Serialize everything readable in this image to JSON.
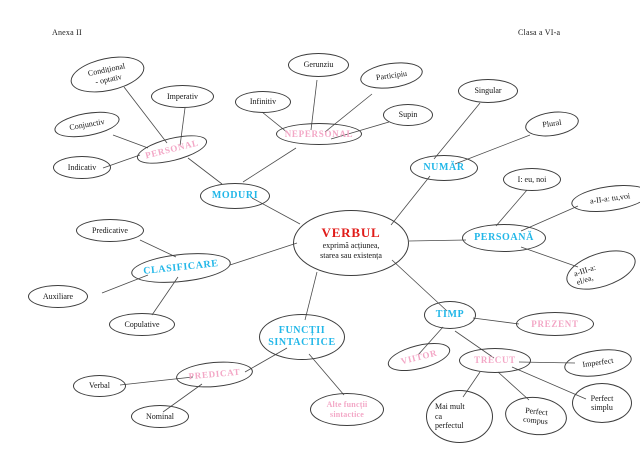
{
  "page": {
    "header_left": "Anexa II",
    "header_right": "Clasa a VI-a",
    "colors": {
      "core_red": "#e01b18",
      "category_cyan": "#22b7e8",
      "subcategory_pink": "#f3a7c6",
      "leaf_text": "#141414",
      "edge_stroke": "#4a4a4a"
    }
  },
  "diagram": {
    "type": "mind-map",
    "core": {
      "title": "VERBUL",
      "subtitle_line1": "exprimă  acțiunea,",
      "subtitle_line2": "starea sau existența"
    },
    "branches": [
      {
        "id": "moduri",
        "label": "MODURI",
        "color": "cyan",
        "children": [
          {
            "id": "personal",
            "label": "PERSONAL",
            "color": "pink",
            "children": [
              {
                "id": "conditional-optativ",
                "label_line1": "Condițional",
                "label_line2": "- optativ"
              },
              {
                "id": "imperativ",
                "label_line1": "Imperativ"
              },
              {
                "id": "conjunctiv",
                "label_line1": "Conjunctiv"
              },
              {
                "id": "indicativ",
                "label_line1": "Indicativ"
              }
            ]
          },
          {
            "id": "nepersonal",
            "label": "NEPERSONAL",
            "color": "pink",
            "children": [
              {
                "id": "infinitiv",
                "label_line1": "Infinitiv"
              },
              {
                "id": "gerunziu",
                "label_line1": "Gerunziu"
              },
              {
                "id": "participiu",
                "label_line1": "Participiu"
              },
              {
                "id": "supin",
                "label_line1": "Supin"
              }
            ]
          }
        ]
      },
      {
        "id": "numar",
        "label": "NUMĂR",
        "color": "cyan",
        "children": [
          {
            "id": "singular",
            "label_line1": "Singular"
          },
          {
            "id": "plural",
            "label_line1": "Plural"
          }
        ]
      },
      {
        "id": "persoana",
        "label": "PERSOANĂ",
        "color": "cyan",
        "children": [
          {
            "id": "persoana-i",
            "label_line1": "I: eu, noi"
          },
          {
            "id": "persoana-ii",
            "label_line1": "a-II-a: tu,voi"
          },
          {
            "id": "persoana-iii",
            "label_line1": "a-III-a:",
            "label_line2": "el/ea,"
          }
        ]
      },
      {
        "id": "clasificare",
        "label": "CLASIFICARE",
        "color": "cyan",
        "children": [
          {
            "id": "predicative",
            "label_line1": "Predicative"
          },
          {
            "id": "auxiliare",
            "label_line1": "Auxiliare"
          },
          {
            "id": "copulative",
            "label_line1": "Copulative"
          }
        ]
      },
      {
        "id": "functii-sintactice",
        "label_line1": "FUNCȚII",
        "label_line2": "SINTACTICE",
        "color": "cyan",
        "children": [
          {
            "id": "predicat",
            "label": "PREDICAT",
            "color": "pink",
            "children": [
              {
                "id": "verbal",
                "label_line1": "Verbal"
              },
              {
                "id": "nominal",
                "label_line1": "Nominal"
              }
            ]
          },
          {
            "id": "alte-functii",
            "label_line1": "Alte  funcții",
            "label_line2": "sintactice",
            "color": "pink"
          }
        ]
      },
      {
        "id": "timp",
        "label": "TIMP",
        "color": "cyan",
        "children": [
          {
            "id": "prezent",
            "label": "PREZENT",
            "color": "pink"
          },
          {
            "id": "viitor",
            "label": "VIITOR",
            "color": "pink"
          },
          {
            "id": "trecut",
            "label": "TRECUT",
            "color": "pink",
            "children": [
              {
                "id": "mai-mult-ca-perfectul",
                "label_line1": "Mai mult",
                "label_line2": "ca",
                "label_line3": "perfectul"
              },
              {
                "id": "perfect-compus",
                "label_line1": "Perfect",
                "label_line2": "compus"
              },
              {
                "id": "perfect-simplu",
                "label_line1": "Perfect",
                "label_line2": "simplu"
              },
              {
                "id": "imperfect",
                "label_line1": "Imperfect"
              }
            ]
          }
        ]
      }
    ]
  }
}
